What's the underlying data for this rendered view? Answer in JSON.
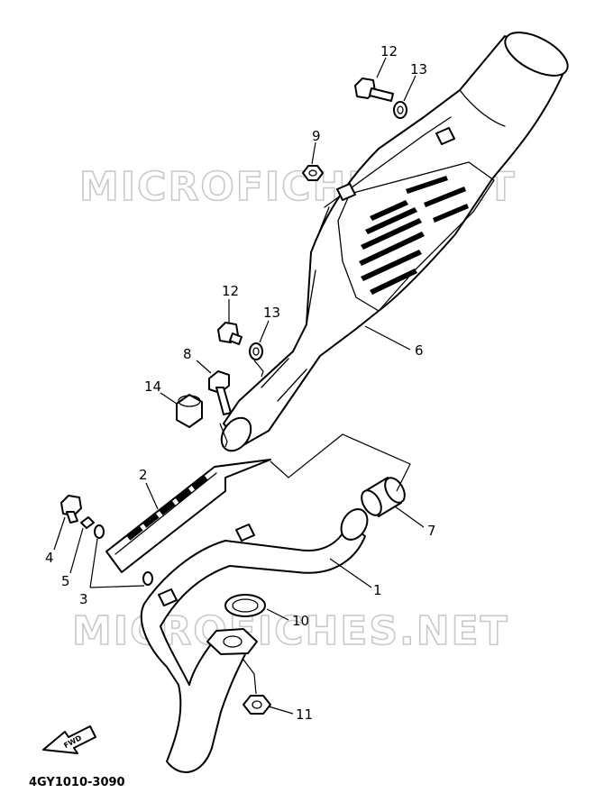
{
  "watermark": {
    "text_top": "MICROFICHES.NET",
    "text_bottom": "MICROFICHES.NET"
  },
  "diagram_code": "4GY1010-3090",
  "fwd_label": "FWD",
  "callouts": {
    "c1": "1",
    "c2": "2",
    "c3": "3",
    "c4": "4",
    "c5": "5",
    "c6": "6",
    "c7": "7",
    "c8": "8",
    "c9": "9",
    "c10": "10",
    "c11": "11",
    "c12a": "12",
    "c12b": "12",
    "c13a": "13",
    "c13b": "13",
    "c14": "14"
  }
}
